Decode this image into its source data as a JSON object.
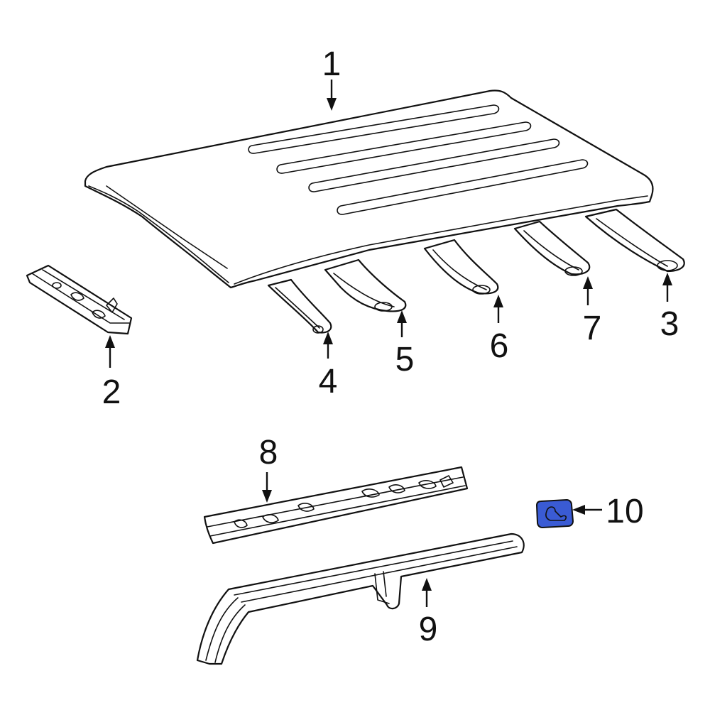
{
  "callouts": [
    {
      "id": "1",
      "text": "1"
    },
    {
      "id": "2",
      "text": "2"
    },
    {
      "id": "3",
      "text": "3"
    },
    {
      "id": "4",
      "text": "4"
    },
    {
      "id": "5",
      "text": "5"
    },
    {
      "id": "6",
      "text": "6"
    },
    {
      "id": "7",
      "text": "7"
    },
    {
      "id": "8",
      "text": "8"
    },
    {
      "id": "9",
      "text": "9"
    },
    {
      "id": "10",
      "text": "10"
    }
  ],
  "colors": {
    "line": "#111111",
    "background": "#ffffff",
    "highlight_fill": "#3a5bd4",
    "highlight_stroke": "#111111"
  },
  "highlighted_part": "10"
}
